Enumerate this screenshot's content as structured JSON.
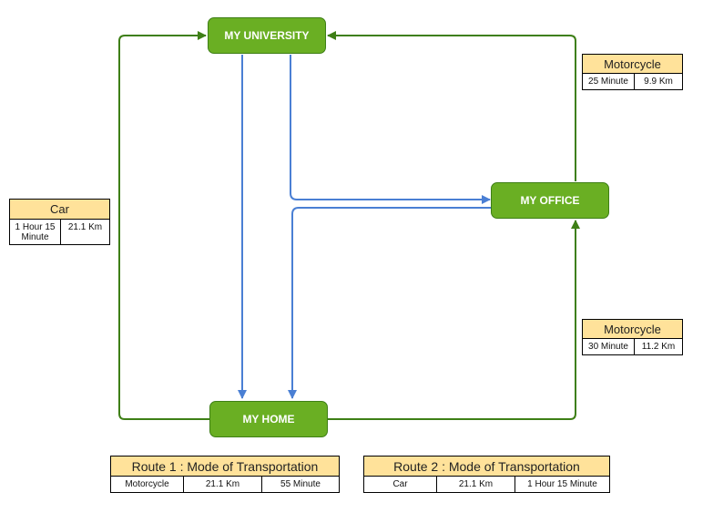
{
  "colors": {
    "node_fill": "#6aaf23",
    "green_line": "#3e7f16",
    "blue_line": "#4a7fd4",
    "header_fill": "#ffe29a"
  },
  "nodes": {
    "university": "MY UNIVERSITY",
    "office": "MY OFFICE",
    "home": "MY HOME"
  },
  "labels": {
    "car": {
      "title": "Car",
      "time": "1 Hour 15 Minute",
      "distance": "21.1 Km"
    },
    "moto_top": {
      "title": "Motorcycle",
      "time": "25 Minute",
      "distance": "9.9 Km"
    },
    "moto_bottom": {
      "title": "Motorcycle",
      "time": "30 Minute",
      "distance": "11.2 Km"
    }
  },
  "routes": [
    {
      "title": "Route 1 : Mode of Transportation",
      "mode": "Motorcycle",
      "distance": "21.1 Km",
      "time": "55 Minute"
    },
    {
      "title": "Route 2 : Mode of Transportation",
      "mode": "Car",
      "distance": "21.1 Km",
      "time": "1 Hour 15 Minute"
    }
  ]
}
